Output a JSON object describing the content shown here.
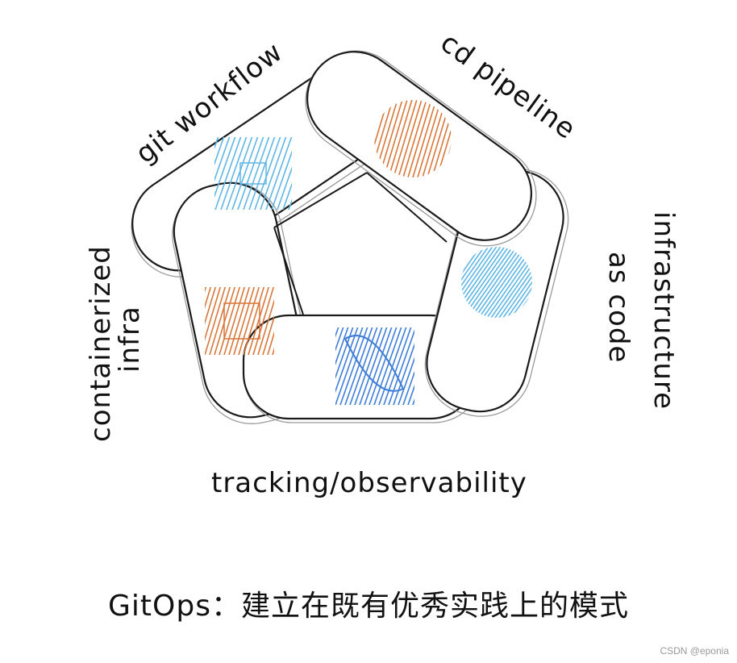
{
  "labels": {
    "git_workflow": "git workflow",
    "cd_pipeline": "cd pipeline",
    "infrastructure_line1": "infrastructure",
    "infrastructure_line2": "as code",
    "tracking": "tracking/observability",
    "containerized_line1": "containerized",
    "containerized_line2": "infra"
  },
  "caption": "GitOps：建立在既有优秀实践上的模式",
  "watermark": "CSDN @eponia",
  "colors": {
    "stroke": "#1a1a1a",
    "light_blue": "#5fb6e6",
    "orange": "#d9773a",
    "dark_blue": "#3d7dd8",
    "watermark": "#9a9a9a"
  }
}
